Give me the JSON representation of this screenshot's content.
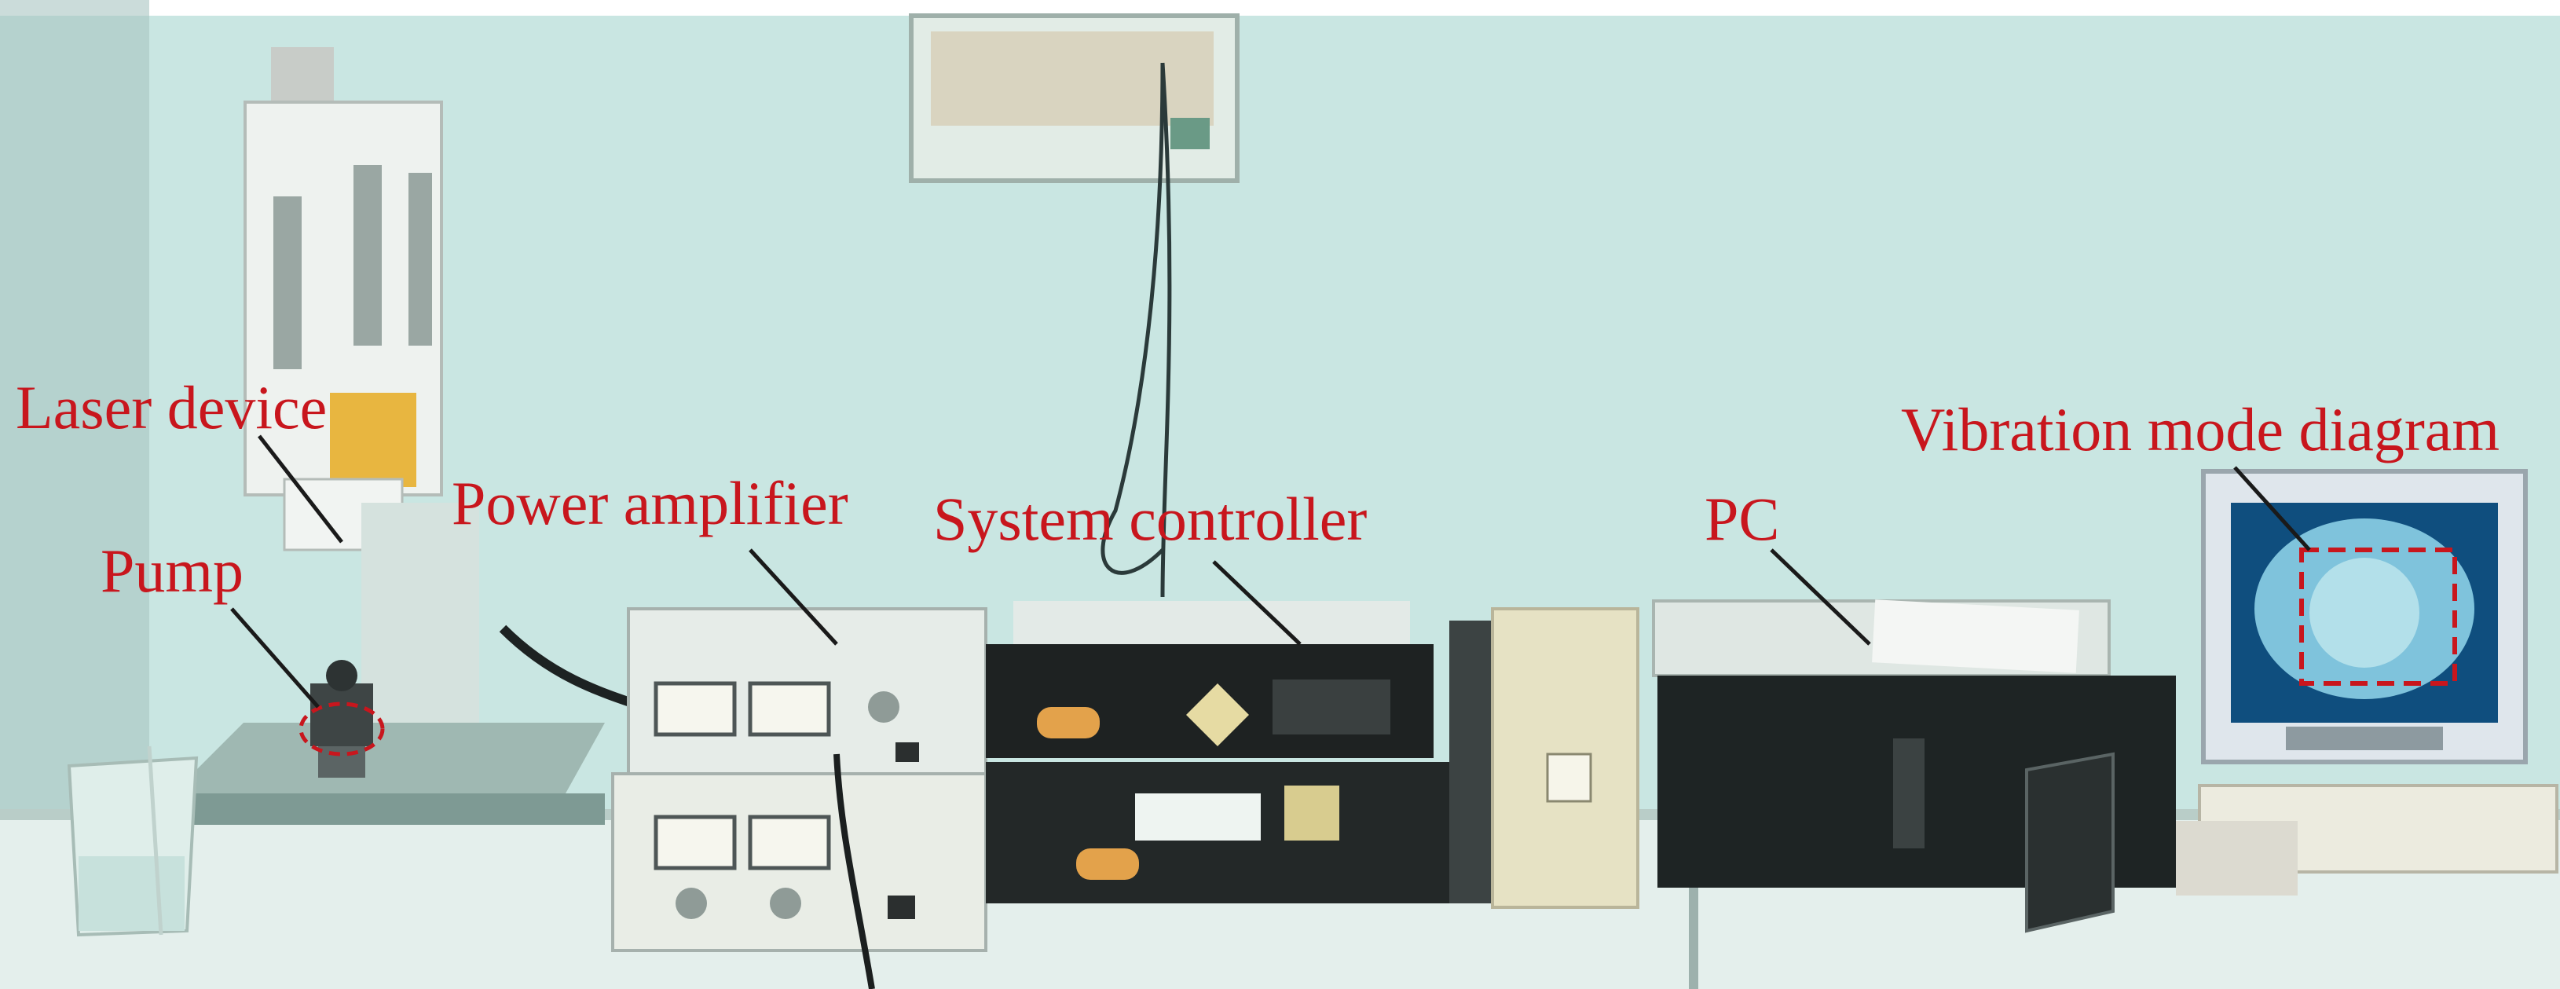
{
  "colors": {
    "wall": "#c9e6e2",
    "table": "#e4efec",
    "annotation": "#c8161d"
  },
  "labels": {
    "laser_device": "Laser device",
    "pump": "Pump",
    "power_amplifier": "Power amplifier",
    "system_controller": "System controller",
    "pc": "PC",
    "vibration_mode_diagram": "Vibration mode diagram"
  }
}
